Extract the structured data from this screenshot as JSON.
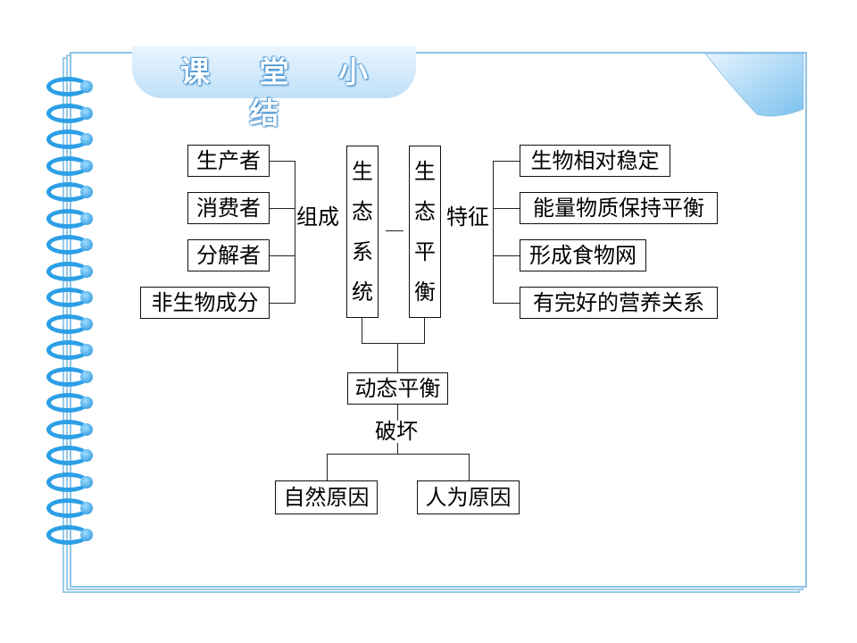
{
  "slide": {
    "title": "课 堂 小 结"
  },
  "diagram": {
    "components_group": {
      "items": [
        "生产者",
        "消费者",
        "分解者",
        "非生物成分"
      ],
      "connector_label": "组成"
    },
    "ecosystem": {
      "label": "生态系统",
      "chars": [
        "生",
        "态",
        "系",
        "统"
      ]
    },
    "balance": {
      "label": "生态平衡",
      "chars": [
        "生",
        "态",
        "平",
        "衡"
      ]
    },
    "features_group": {
      "connector_label": "特征",
      "items": [
        "生物相对稳定",
        "能量物质保持平衡",
        "形成食物网",
        "有完好的营养关系"
      ]
    },
    "dynamic": {
      "label": "动态平衡",
      "connector_label": "破坏"
    },
    "causes": [
      "自然原因",
      "人为原因"
    ]
  },
  "colors": {
    "accent": "#2c9fe6",
    "border": "#8ec3e6"
  }
}
